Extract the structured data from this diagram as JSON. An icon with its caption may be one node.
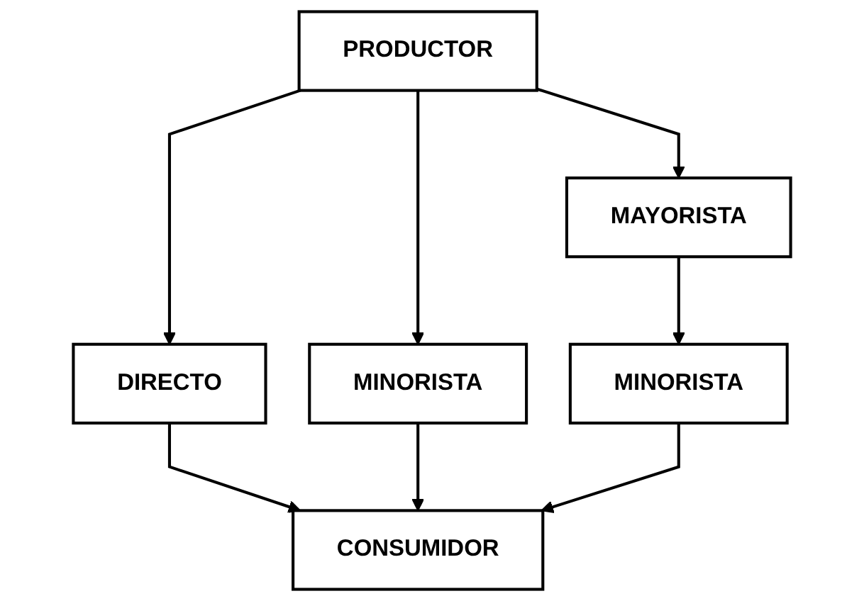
{
  "diagram": {
    "nodes": [
      {
        "text": [
          "PRODUCTOR"
        ]
      },
      {
        "text": [
          "DIRECTO"
        ]
      },
      {
        "text": [
          "MINORISTA"
        ]
      },
      {
        "text": [
          "MAYORISTA"
        ]
      },
      {
        "text": [
          "MINORISTA"
        ]
      },
      {
        "text": [
          "CONSUMIDOR"
        ]
      }
    ],
    "edges": [
      {
        "from": 0,
        "to": 1,
        "arrow": "to"
      },
      {
        "from": 0,
        "to": 2,
        "arrow": "to"
      },
      {
        "from": 0,
        "to": 3,
        "arrow": "to"
      },
      {
        "from": 1,
        "to": 5,
        "arrow": "to"
      },
      {
        "from": 2,
        "to": 5,
        "arrow": "to"
      },
      {
        "from": 3,
        "to": 4,
        "arrow": "to"
      },
      {
        "from": 4,
        "to": 5,
        "arrow": "to"
      }
    ]
  }
}
